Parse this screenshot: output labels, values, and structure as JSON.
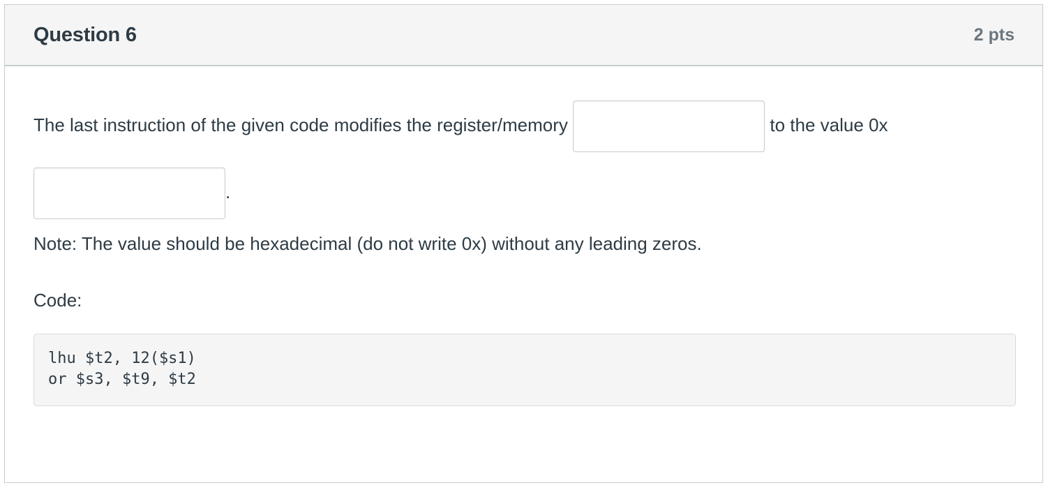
{
  "question": {
    "title": "Question 6",
    "points": "2 pts",
    "prompt": {
      "segment_1": "The last instruction of the given code modifies the register/memory ",
      "segment_2": " to the value 0x",
      "segment_3": "."
    },
    "inputs": {
      "register_memory": {
        "value": "",
        "placeholder": ""
      },
      "hex_value": {
        "value": "",
        "placeholder": ""
      }
    },
    "note": "Note: The value should be hexadecimal (do not write 0x) without any leading zeros.",
    "code_label": "Code:",
    "code": "lhu $t2, 12($s1)\nor $s3, $t9, $t2",
    "code_lines": [
      "lhu $t2, 12($s1)",
      "or $s3, $t9, $t2"
    ]
  },
  "colors": {
    "text": "#2d3b45",
    "muted_text": "#6b7780",
    "border": "#c7cdd1",
    "header_background": "#f5f5f5",
    "code_background": "#f5f5f5",
    "page_background": "#ffffff"
  }
}
